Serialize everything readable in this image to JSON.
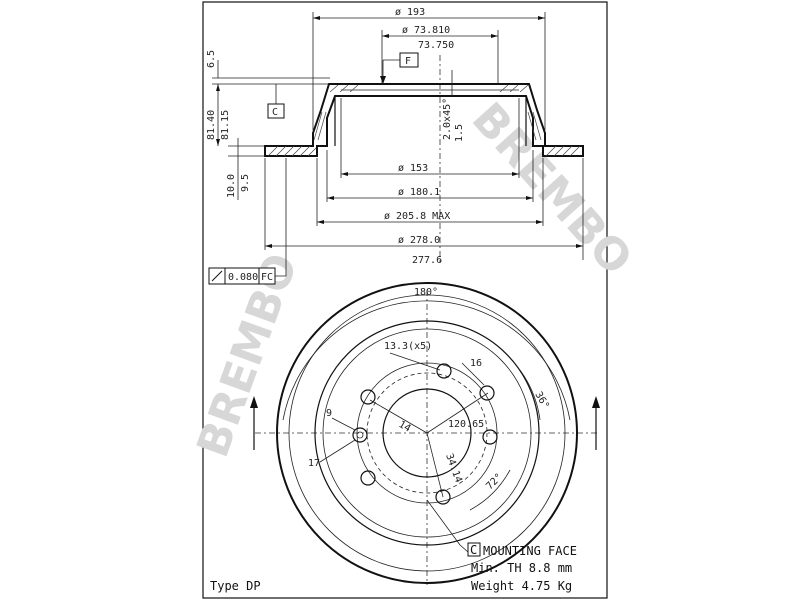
{
  "drawing": {
    "type_label": "Type DP",
    "watermark": "BREMBO",
    "section_view": {
      "dimensions": {
        "d193": "ø 193",
        "d73_810": "ø 73.810",
        "d73_750": "73.750",
        "datum_f": "F",
        "datum_c": "C",
        "h6_5": "6.5",
        "h81_40": "81.40",
        "h81_15": "81.15",
        "chamfer": "2.0x45°",
        "h1_5": "1.5",
        "d153": "ø 153",
        "h10_0": "10.0",
        "h9_5": "9.5",
        "d180_1": "ø 180.1",
        "d205_8": "ø 205.8 MAX",
        "d278_0": "ø 278.0",
        "d277_6": "277.6",
        "flatness": "0.080",
        "flatness_ref": "FC"
      }
    },
    "face_view": {
      "dimensions": {
        "angle_180": "180°",
        "hole_spec": "13.3(x5)",
        "dim_16": "16",
        "angle_36": "36°",
        "dim_9": "9",
        "dim_14": "14",
        "pcd": "120.65",
        "dim_17": "17",
        "dim_34_14": "34.14",
        "angle_72": "72°"
      }
    },
    "notes": {
      "mounting_face_ref": "C",
      "mounting_face": "MOUNTING FACE",
      "min_thickness": "Min. TH 8.8 mm",
      "weight": "Weight  4.75 Kg"
    }
  }
}
